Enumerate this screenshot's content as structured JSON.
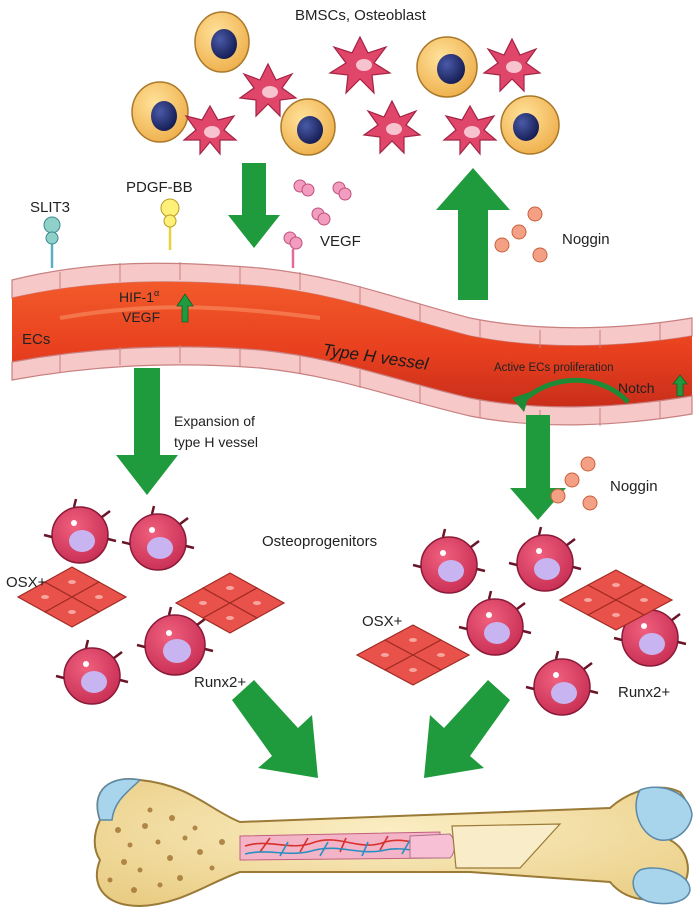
{
  "labels": {
    "bmsc": "BMSCs, Osteoblast",
    "slit3": "SLIT3",
    "pdgf": "PDGF-BB",
    "vegf_top": "VEGF",
    "noggin_top": "Noggin",
    "hif_a": "HIF-1",
    "hif_sup": "α",
    "vegf_in": "VEGF",
    "ecs": "ECs",
    "vessel": "Type H vessel",
    "active": "Active ECs proliferation",
    "notch": "Notch",
    "expansion_1": "Expansion of",
    "expansion_2": "type H vessel",
    "noggin_mid": "Noggin",
    "osteoprog": "Osteoprogenitors",
    "osx_left": "OSX+",
    "osx_right": "OSX+",
    "runx_left": "Runx2+",
    "runx_right": "Runx2+"
  },
  "colors": {
    "vessel": "#e8401f",
    "vessel_dark": "#c0281a",
    "endothelium": "#f6c8c8",
    "arrow": "#1f9a3c",
    "osteoblast": "#f6c36a",
    "nucleus": "#1f2b6e",
    "msc": "#e0456a",
    "progenitor": "#d93a5e",
    "prog_nucleus": "#c8b4f0",
    "osx_cell": "#e8524a",
    "bone": "#f3dfa8",
    "cartilage": "#a8d4ec"
  }
}
